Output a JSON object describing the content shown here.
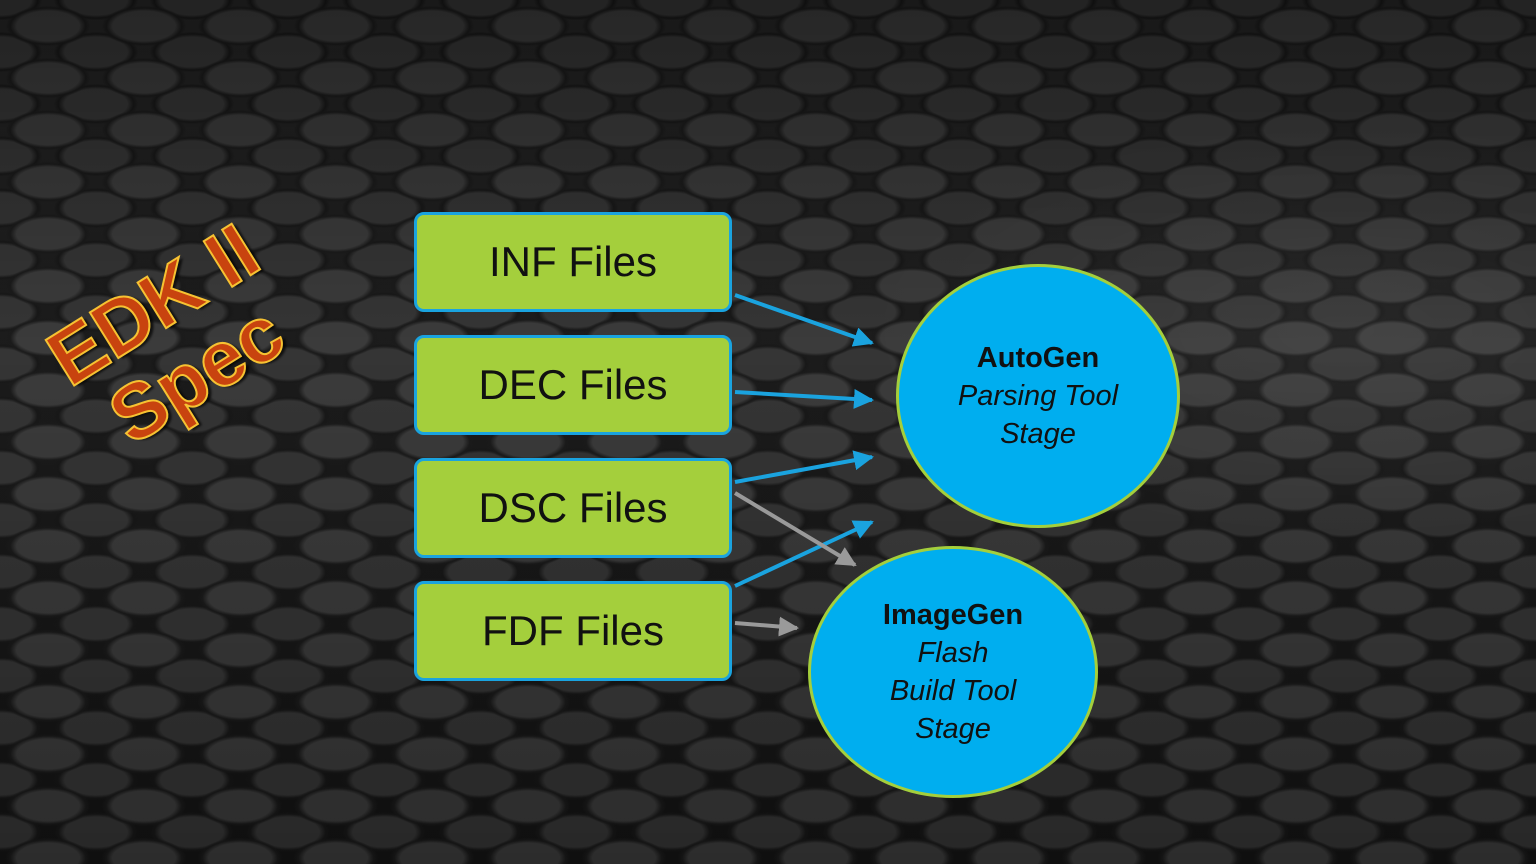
{
  "title": {
    "line1": "EDK II",
    "line2": "Spec"
  },
  "files": [
    {
      "label": "INF Files"
    },
    {
      "label": "DEC Files"
    },
    {
      "label": "DSC Files"
    },
    {
      "label": "FDF Files"
    }
  ],
  "stages": {
    "autogen": {
      "name": "AutoGen",
      "line1": "Parsing Tool",
      "line2": "Stage"
    },
    "imagegen": {
      "name": "ImageGen",
      "line1": "Flash",
      "line2": "Build Tool",
      "line3": "Stage"
    }
  },
  "colors": {
    "file_box_fill": "#a4cf3c",
    "file_box_border": "#1aa3df",
    "stage_fill": "#00aeef",
    "stage_border": "#a4cf3c",
    "arrow_to_autogen": "#1aa3df",
    "arrow_to_imagegen": "#9a9a9a",
    "title_fill": "#c8430f",
    "title_outline": "#f6c232"
  }
}
